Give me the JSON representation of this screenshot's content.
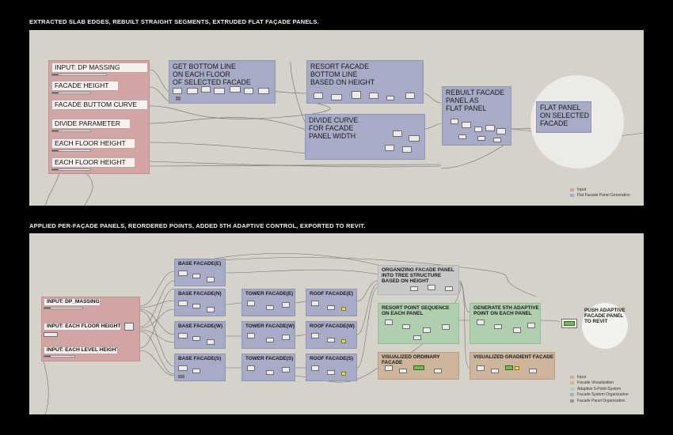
{
  "captions": {
    "top": "EXTRACTED SLAB EDGES, REBUILT STRAIGHT SEGMENTS, EXTRUDED FLAT FAÇADE PANELS.",
    "bottom": "APPLIED PER-FAÇADE PANELS, REORDERED POINTS, ADDED 5TH ADAPTIVE CONTROL, EXPORTED TO REVIT."
  },
  "colors": {
    "input": "#d2a4a4",
    "flat_panel": "#a7abc6",
    "adaptive": "#b0cfb0",
    "visualization": "#cdb59b",
    "organization": "#c8c8c8"
  },
  "panel1": {
    "inputs": [
      "INPUT: DP MASSING",
      "FACADE HEIGHT",
      "FACADE BUTTOM CURVE",
      "DIVIDE PARAMETER",
      "EACH FLOOR HEIGHT",
      "EACH FLOOR HEIGHT"
    ],
    "groups": {
      "bottom_line": "GET BOTTOM LINE\nON EACH FLOOR\nOF SELECTED FACADE",
      "resort": "RESORT FACADE\nBOTTOM LINE\nBASED ON HEIGHT",
      "divide": "DIVIDE CURVE\nFOR FACADE\nPANEL WIDTH",
      "rebuilt": "REBUILT FACADE\nPANEL AS\nFLAT PANEL",
      "flat": "FLAT PANEL\nON SELECTED\nFACADE"
    },
    "legend": [
      "Input",
      "Flat Facade Panel Generation"
    ]
  },
  "panel2": {
    "inputs": [
      "INPUT: DP_MASSING",
      "INPUT: EACH FLOOR HEIGHT",
      "INPUT: EACH LEVEL HEIGHT"
    ],
    "groups": {
      "base_e": "BASE FACADE(E)",
      "base_n": "BASE FACADE(N)",
      "base_w": "BASE FACADE(W)",
      "base_s": "BASE FACADE(S)",
      "tower_e": "TOWER FACADE(E)",
      "tower_w": "TOWER FACADE(W)",
      "tower_s": "TOWER FACADE(S)",
      "roof_e": "ROOF FACADE(E)",
      "roof_w": "ROOF FACADE(W)",
      "roof_s": "ROOF FACADE(S)",
      "organizing": "ORGANIZING FACADE PANEL\nINTO TREE STRUCTURE\nBASED ON HEIGHT",
      "resort_point": "RESORT POINT SEQUENCE\nON EACH PANEL",
      "gen5": "GENERATE 5TH ADAPTIVE\nPOINT ON EACH PANEL",
      "vis_ord": "VISUALIZED ORDINARY FACADE",
      "vis_grad": "VISUALIZED GRADIENT FACADE",
      "push": "PUSH ADAPTIVE\nFACADE PANEL\nTO REVIT"
    },
    "legend": [
      "Input",
      "Facade Visualization",
      "Adaptive 5-Point-System",
      "Facade System Organization",
      "Facade Panel Organization"
    ]
  }
}
